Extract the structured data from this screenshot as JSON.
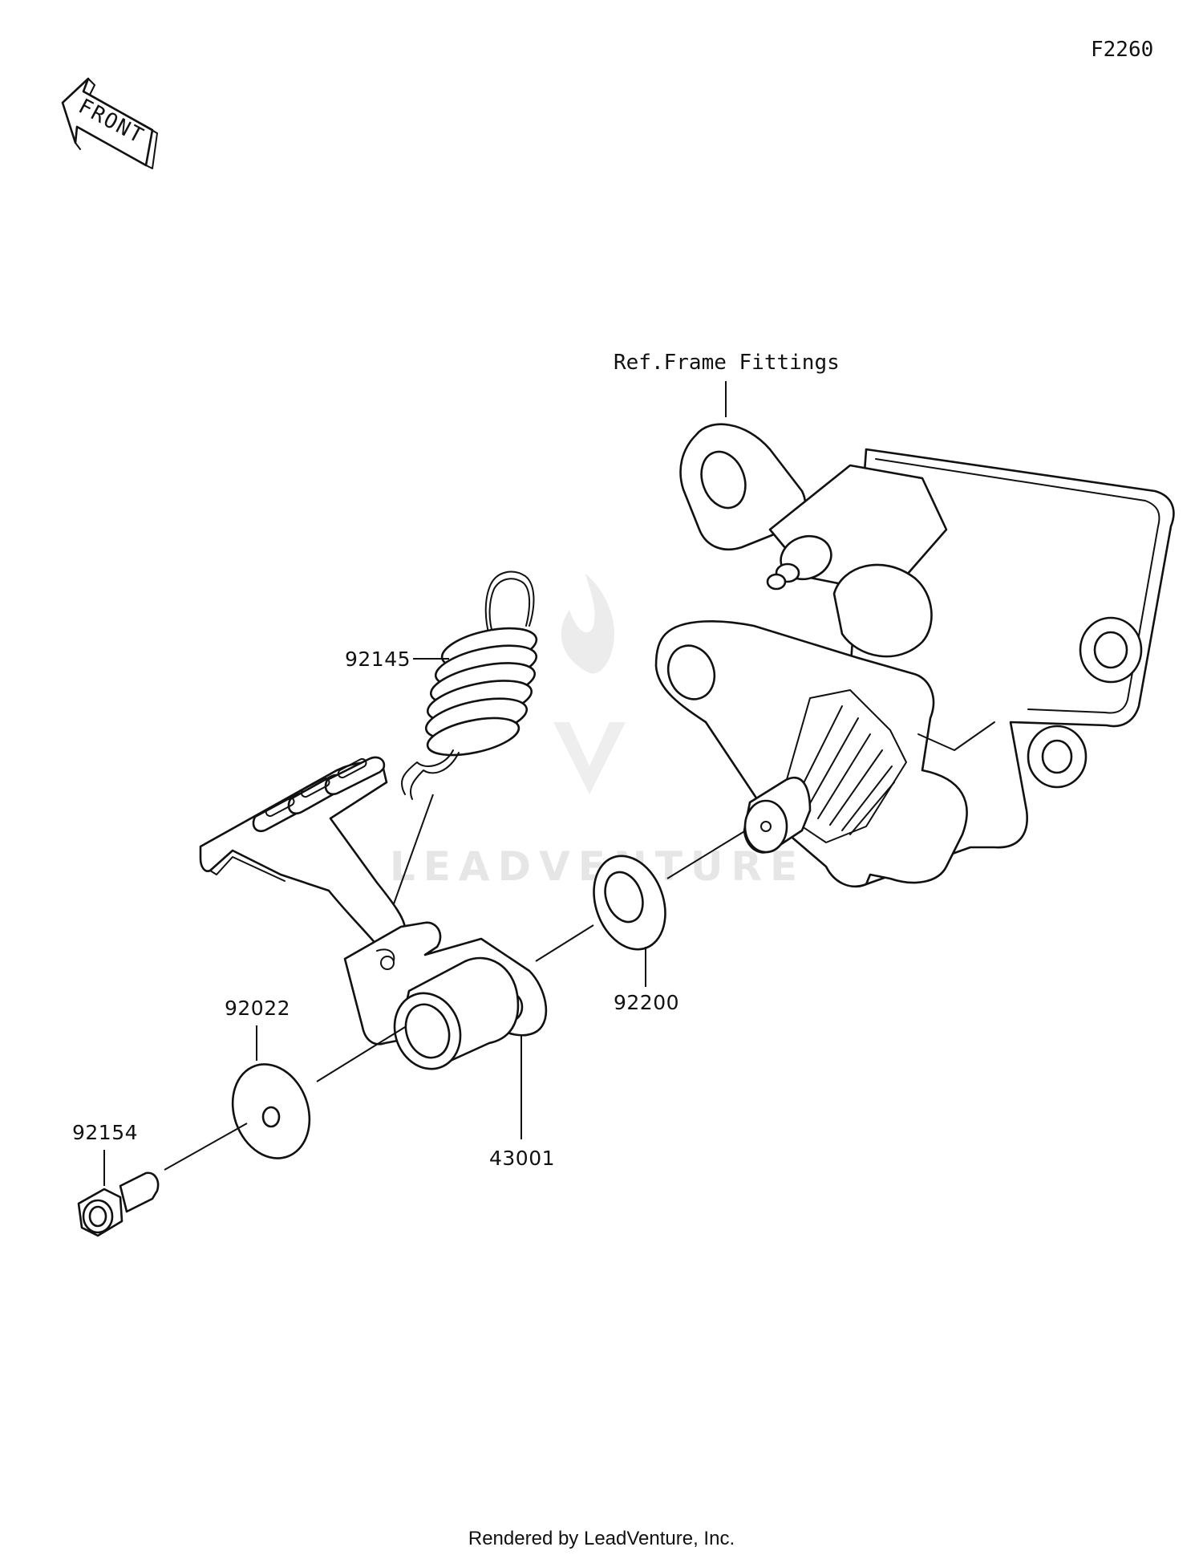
{
  "diagram_code": "F2260",
  "front_indicator": "FRONT",
  "reference_label": "Ref.Frame Fittings",
  "watermark": "LEADVENTURE",
  "parts": [
    {
      "number": "92145"
    },
    {
      "number": "92200"
    },
    {
      "number": "92022"
    },
    {
      "number": "43001"
    },
    {
      "number": "92154"
    }
  ],
  "footer": "Rendered by LeadVenture, Inc."
}
